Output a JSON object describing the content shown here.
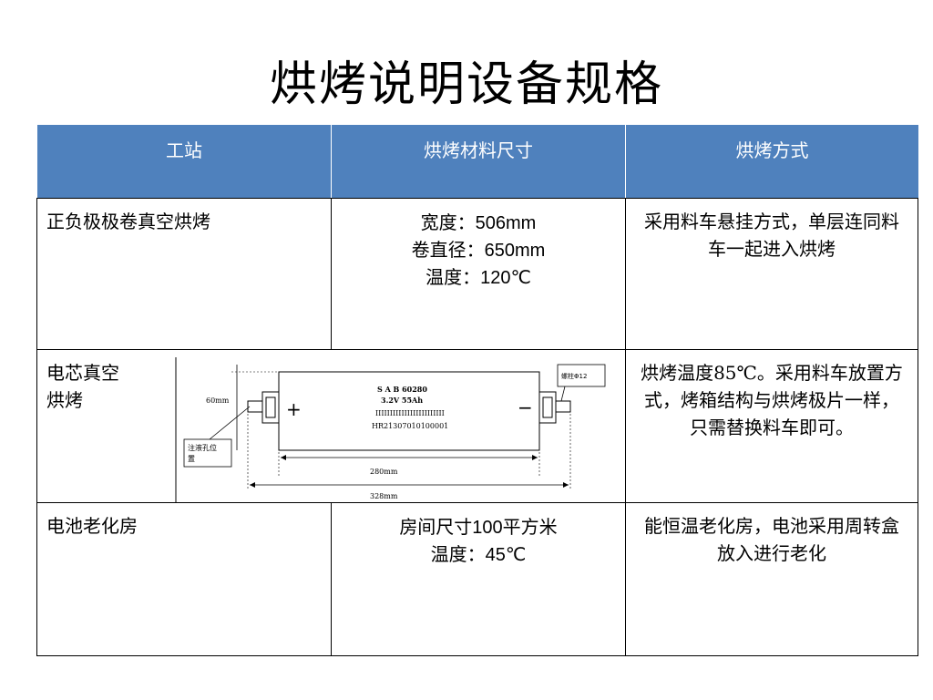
{
  "title": "烘烤说明设备规格",
  "table": {
    "headers": [
      "工站",
      "烘烤材料尺寸",
      "烘烤方式"
    ],
    "rows": [
      {
        "station": "正负极极卷真空烘烤",
        "size_lines": [
          "宽度：506mm",
          "卷直径：650mm",
          "温度：120℃"
        ],
        "method": "采用料车悬挂方式，单层连同料车一起进入烘烤"
      },
      {
        "station": "电芯真空烘烤",
        "station_lines": [
          "电芯真空",
          "烘烤"
        ],
        "method": "烘烤温度85℃。采用料车放置方式，烤箱结构与烘烤极片一样，只需替换料车即可。"
      },
      {
        "station": "电池老化房",
        "size_lines": [
          "房间尺寸100平方米",
          "温度：45℃"
        ],
        "method": "能恒温老化房，电池采用周转盒放入进行老化"
      }
    ]
  },
  "diagram": {
    "height_label": "60mm",
    "inject_label_lines": [
      "注液孔位",
      "置"
    ],
    "screw_label": "螺柱Φ12",
    "plus": "+",
    "minus": "−",
    "line1": "S A B     60280",
    "line2": "3.2V     55Ah",
    "barcode_text": "IIIIIIIIIIIIIIIIIIIIIIII",
    "serial": "HR21307010100001",
    "dim_inner": "280mm",
    "dim_outer": "328mm"
  }
}
